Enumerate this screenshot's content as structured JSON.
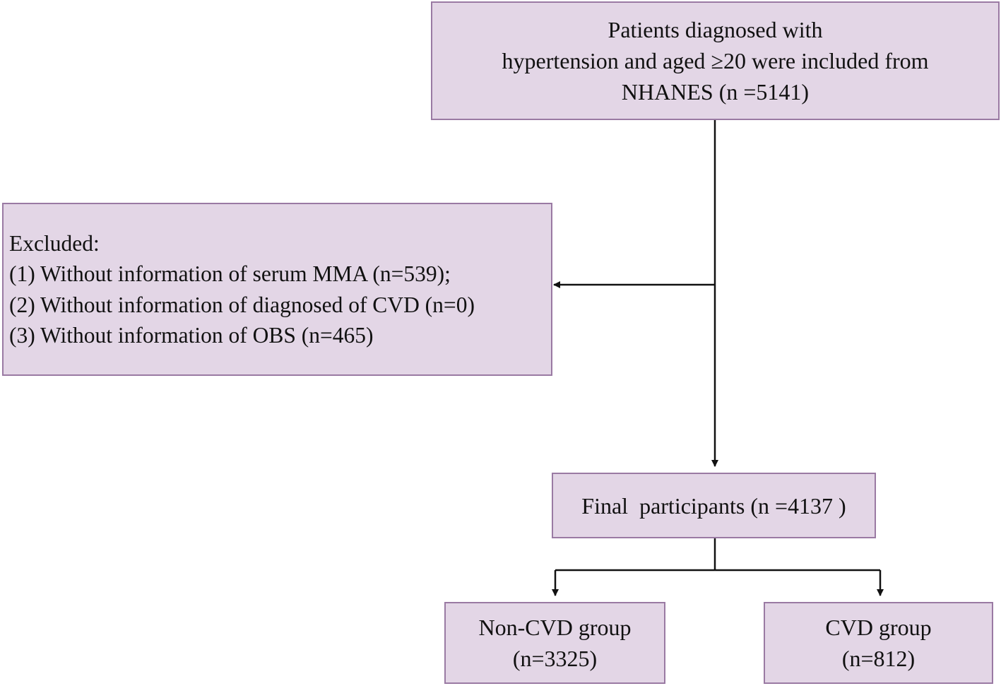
{
  "start_box": {
    "lines": [
      "Patients diagnosed with",
      "hypertension and aged ≥20 were included from",
      "NHANES (n =5141)"
    ]
  },
  "excluded_box": {
    "lines": [
      "Excluded:",
      "(1) Without information of serum MMA (n=539);",
      "(2) Without information of diagnosed of CVD (n=0)",
      "(3) Without information of OBS (n=465)"
    ]
  },
  "final_box": {
    "lines": [
      "Final  participants (n =4137 )"
    ]
  },
  "non_cvd_box": {
    "lines": [
      "Non-CVD group",
      "(n=3325)"
    ]
  },
  "cvd_box": {
    "lines": [
      "CVD group",
      "(n=812)"
    ]
  },
  "colors": {
    "box_fill": "#e3d6e6",
    "box_border": "#9a7aa3",
    "connector": "#111111"
  }
}
